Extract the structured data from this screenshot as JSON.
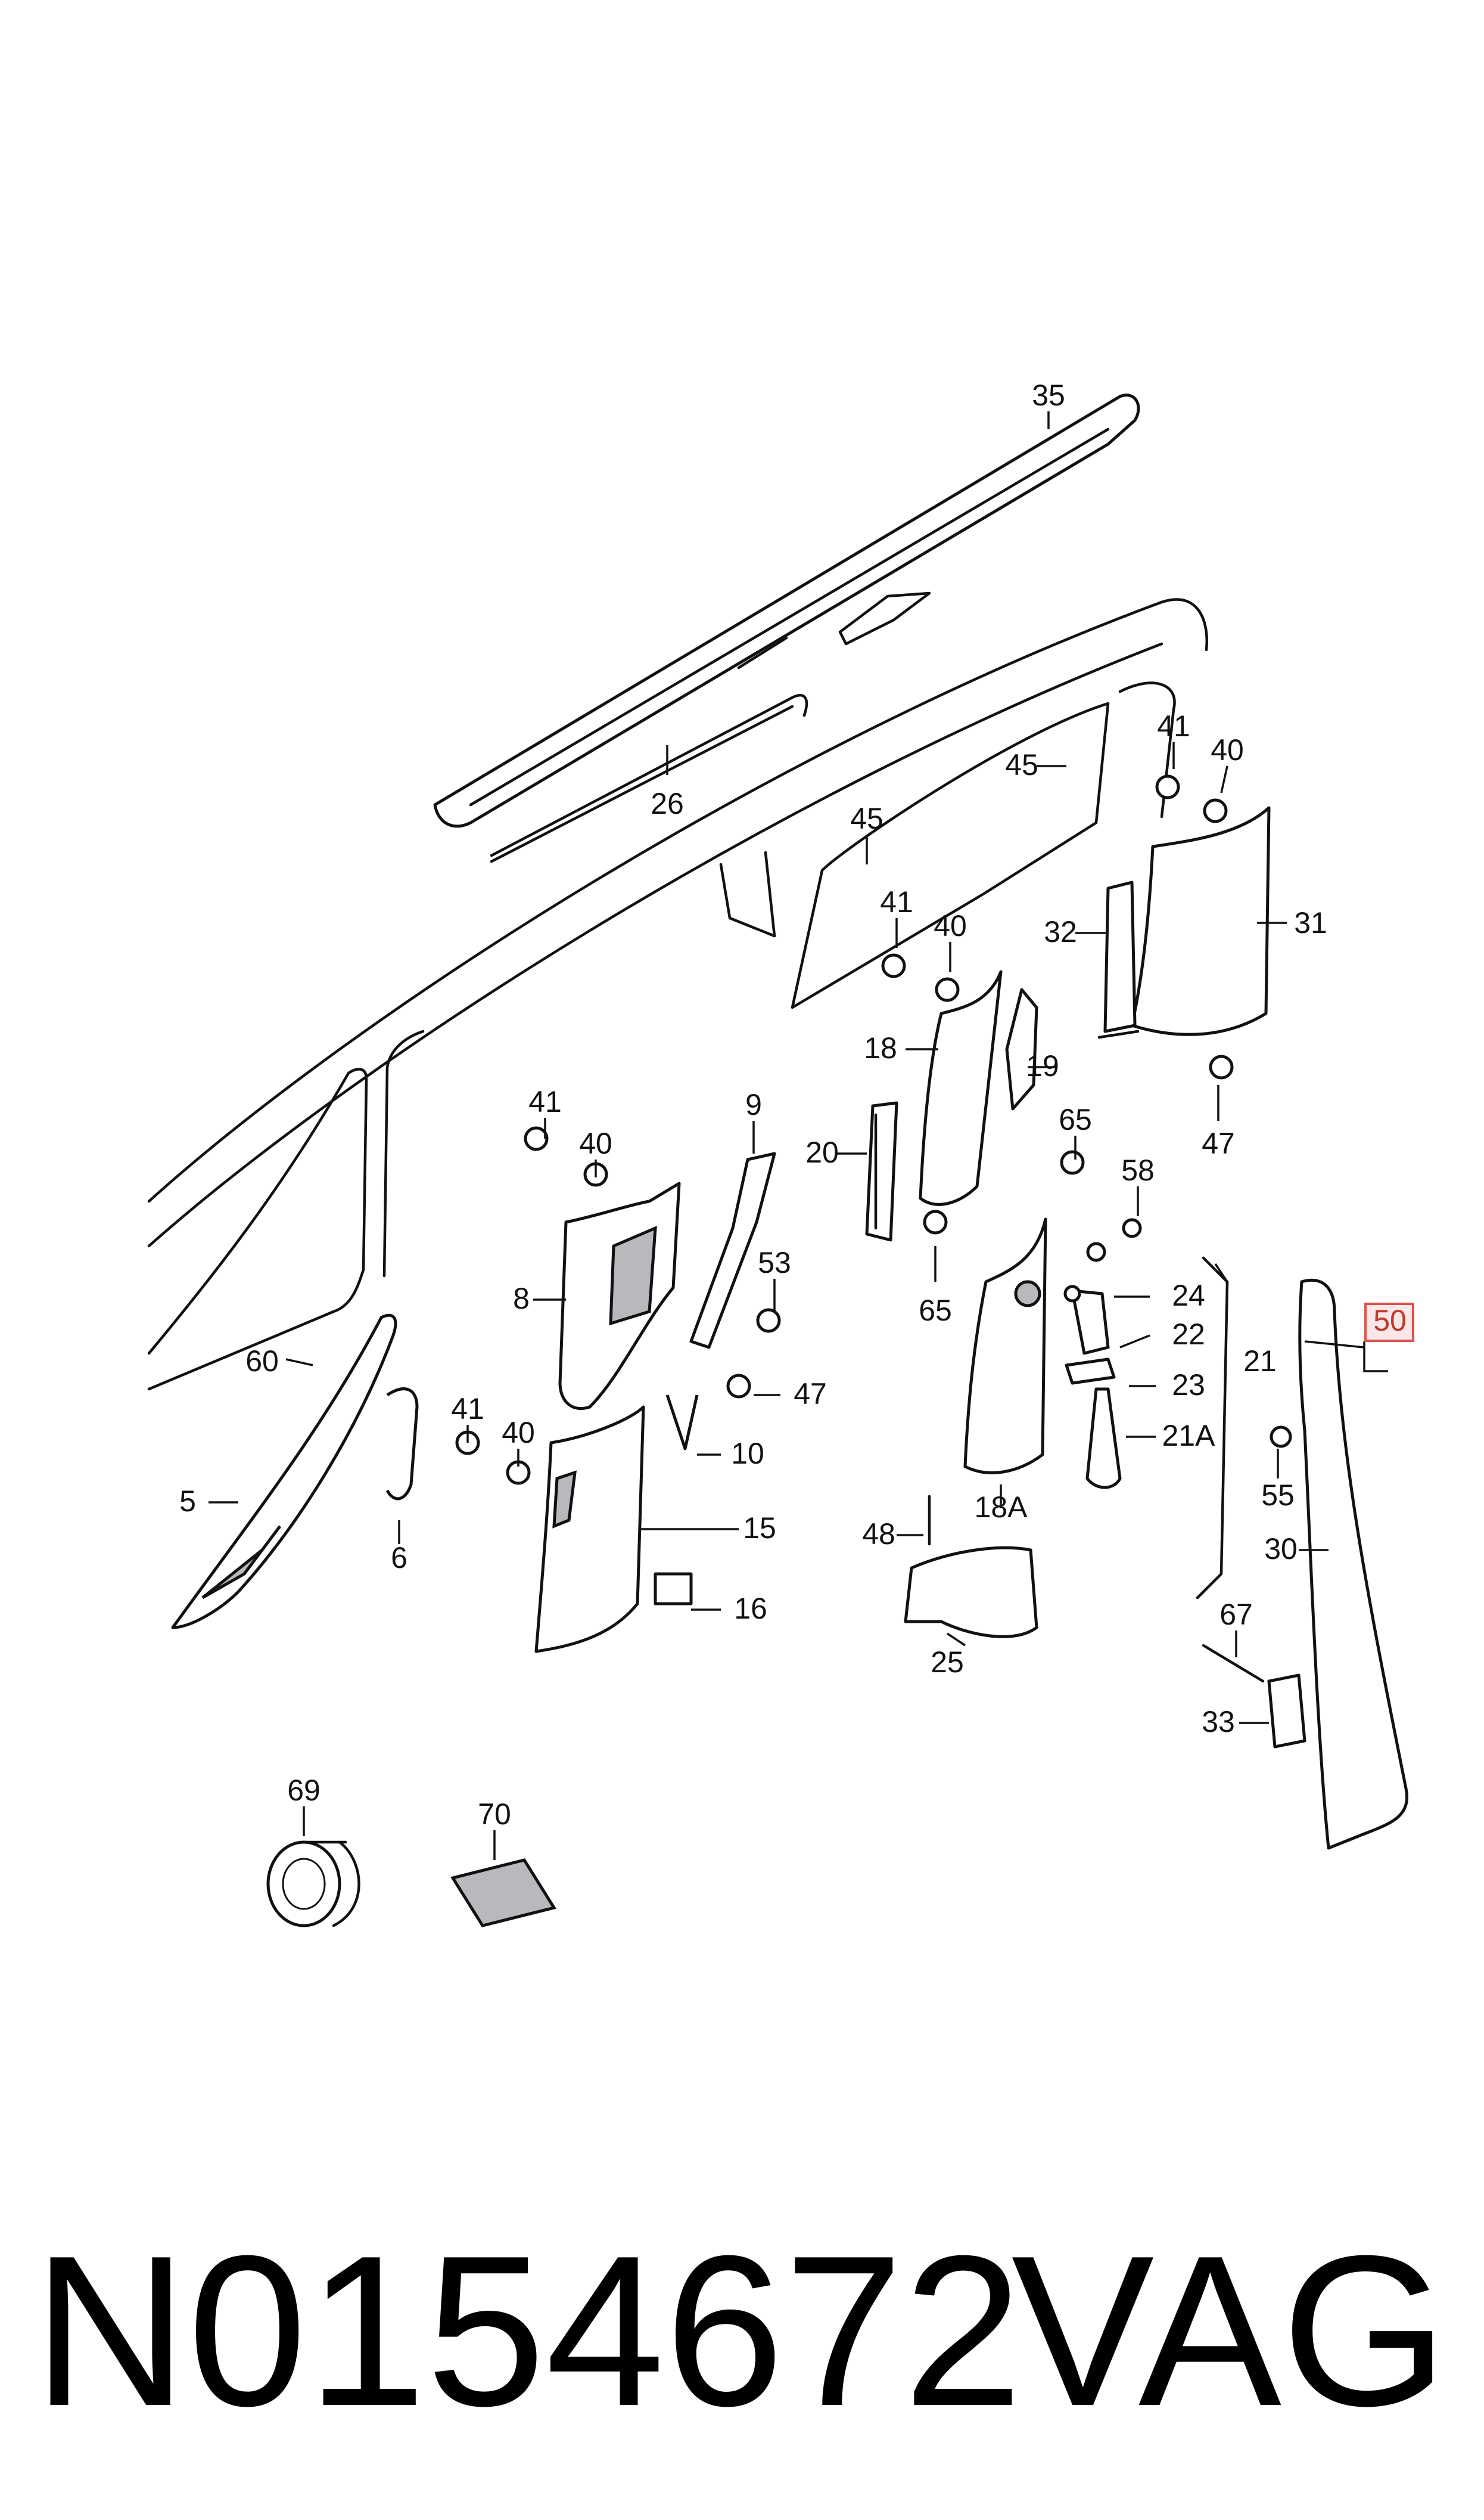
{
  "diagram": {
    "callouts": [
      "35",
      "26",
      "45",
      "45",
      "41",
      "40",
      "41",
      "40",
      "32",
      "31",
      "18",
      "19",
      "20",
      "47",
      "41",
      "40",
      "9",
      "65",
      "58",
      "53",
      "8",
      "65",
      "24",
      "22",
      "50",
      "60",
      "47",
      "23",
      "21",
      "41",
      "40",
      "10",
      "21A",
      "5",
      "18A",
      "55",
      "15",
      "6",
      "48",
      "30",
      "16",
      "67",
      "25",
      "33",
      "69",
      "70"
    ],
    "highlighted_callout": "50",
    "highlight_color": "#d9534f"
  },
  "footer": {
    "part_number": "N0154672",
    "brand": "VAG"
  }
}
